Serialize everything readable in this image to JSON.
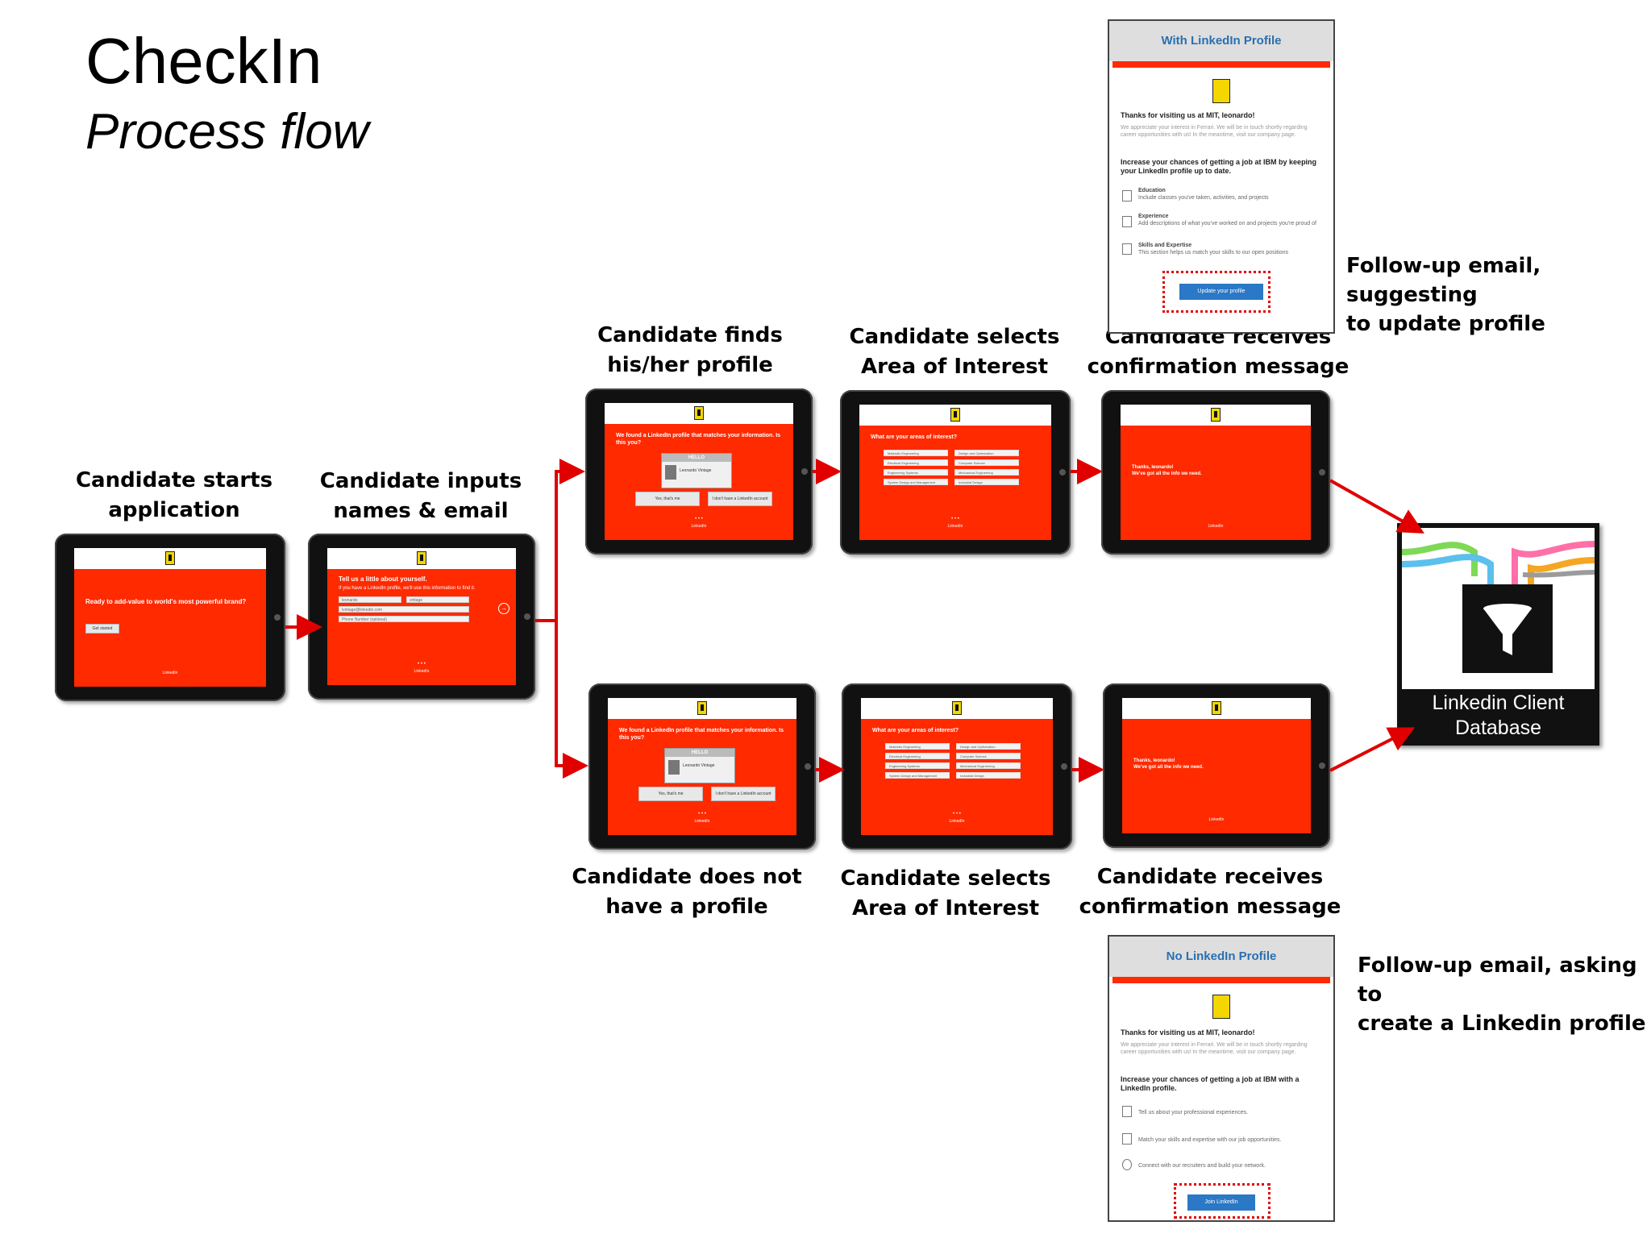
{
  "title": "CheckIn",
  "subtitle": "Process flow",
  "steps": {
    "start": {
      "label_line1": "Candidate starts",
      "label_line2": "application"
    },
    "inputs": {
      "label_line1": "Candidate inputs",
      "label_line2": "names & email"
    },
    "finds": {
      "label_line1": "Candidate finds",
      "label_line2": "his/her profile"
    },
    "selects_top": {
      "label_line1": "Candidate selects",
      "label_line2": "Area of Interest"
    },
    "receives_top": {
      "label_line1": "Candidate receives",
      "label_line2": "confirmation message"
    },
    "not_profile": {
      "label_line1": "Candidate does not",
      "label_line2": "have a profile"
    },
    "selects_bottom": {
      "label_line1": "Candidate selects",
      "label_line2": "Area of Interest"
    },
    "receives_bottom": {
      "label_line1": "Candidate receives",
      "label_line2": "confirmation message"
    }
  },
  "notes": {
    "top": {
      "line1": "Follow-up email, suggesting",
      "line2": "to update profile"
    },
    "bottom": {
      "line1": "Follow-up email, asking to",
      "line2": "create a Linkedin profile"
    }
  },
  "database": {
    "line1": "Linkedin Client",
    "line2": "Database"
  },
  "screens": {
    "start_msg": "Ready to add-value to world's most powerful brand?",
    "start_btn": "Get started",
    "inputs_msg": "Tell us a little about yourself.",
    "inputs_sub": "If you have a LinkedIn profile, we'll use this information to find it.",
    "inputs_first": "leonardo",
    "inputs_last": "vintage",
    "inputs_email": "lvintage@linkedin.com",
    "inputs_phone": "Phone Number (optional)",
    "found_msg": "We found a LinkedIn profile that matches your information. Is this you?",
    "found_card_head": "HELLO",
    "found_card_name": "Leonardo Vintage",
    "found_btn_yes": "Yes, that's me",
    "found_btn_no": "I don't have a LinkedIn account",
    "interest_msg": "What are your areas of interest?",
    "interest_options": [
      "Materials Engineering",
      "Design and Optimization",
      "Electrical Engineering",
      "Computer Science",
      "Engineering Systems",
      "Mechanical Engineering",
      "System Design and Management",
      "Industrial Design"
    ],
    "thanks_line1": "Thanks, leonardo!",
    "thanks_line2": "We've got all the info we need.",
    "linkedin": "LinkedIn"
  },
  "emails": {
    "top": {
      "header": "With LinkedIn Profile",
      "greeting": "Thanks for visiting us at MIT, leonardo!",
      "body": "We appreciate your interest in Ferrari. We will be in touch shortly regarding career opportunities with us! In the meantime, visit our company page.",
      "pitch": "Increase your chances of getting a job at IBM by keeping your LinkedIn profile up to date.",
      "items": [
        {
          "title": "Education",
          "text": "Include classes you've taken, activities, and projects"
        },
        {
          "title": "Experience",
          "text": "Add descriptions of what you've worked on and projects you're proud of"
        },
        {
          "title": "Skills and Expertise",
          "text": "This section helps us match your skills to our open positions"
        }
      ],
      "button": "Update your profile"
    },
    "bottom": {
      "header": "No LinkedIn Profile",
      "greeting": "Thanks for visiting us at MIT, leonardo!",
      "body": "We appreciate your interest in Ferrari. We will be in touch shortly regarding career opportunities with us! In the meantime, visit our company page.",
      "pitch": "Increase your chances of getting a job at IBM with a LinkedIn profile.",
      "items": [
        {
          "text": "Tell us about your professional experiences."
        },
        {
          "text": "Match your skills and expertise with our job opportunities."
        },
        {
          "text": "Connect with our recruiters and build your network."
        }
      ],
      "button": "Join LinkedIn"
    }
  },
  "colors": {
    "arrow": "#e00000",
    "screen": "#ff2a00",
    "email_header_text": "#2a6fb0"
  }
}
